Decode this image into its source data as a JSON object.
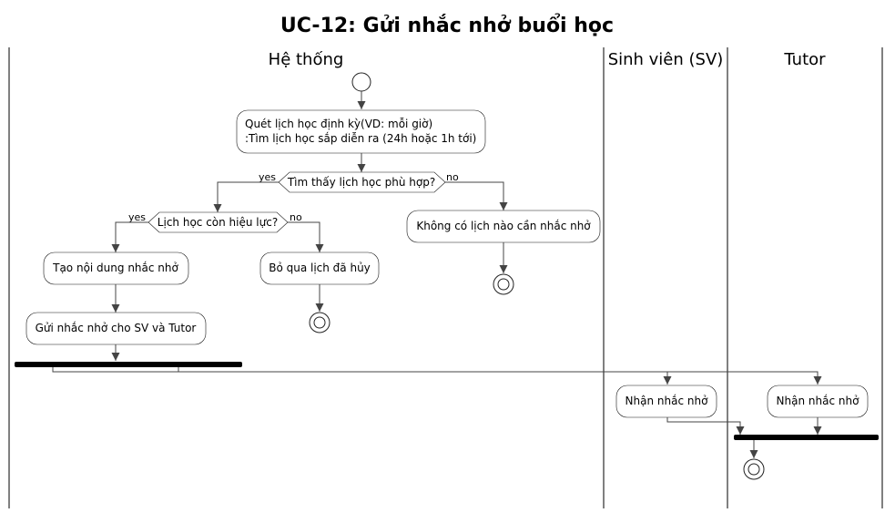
{
  "diagram": {
    "title": "UC-12: Gửi nhắc nhở buổi học",
    "lanes": {
      "system": "Hệ thống",
      "student": "Sinh viên (SV)",
      "tutor": "Tutor"
    },
    "nodes": {
      "scan_line1": "Quét lịch học định kỳ(VD: mỗi giờ)",
      "scan_line2": ":Tìm lịch học sắp diễn ra (24h hoặc 1h tới)",
      "decision_found": "Tìm thấy lịch học phù hợp?",
      "decision_valid": "Lịch học còn hiệu lực?",
      "no_schedule": "Không có lịch nào cần nhắc nhở",
      "create_content": "Tạo nội dung nhắc nhở",
      "skip_cancelled": "Bỏ qua lịch đã hủy",
      "send_reminder": "Gửi nhắc nhở cho SV và Tutor",
      "student_receive": "Nhận nhắc nhở",
      "tutor_receive": "Nhận nhắc nhở"
    },
    "branches": {
      "found_yes": "yes",
      "found_no": "no",
      "valid_yes": "yes",
      "valid_no": "no"
    }
  }
}
